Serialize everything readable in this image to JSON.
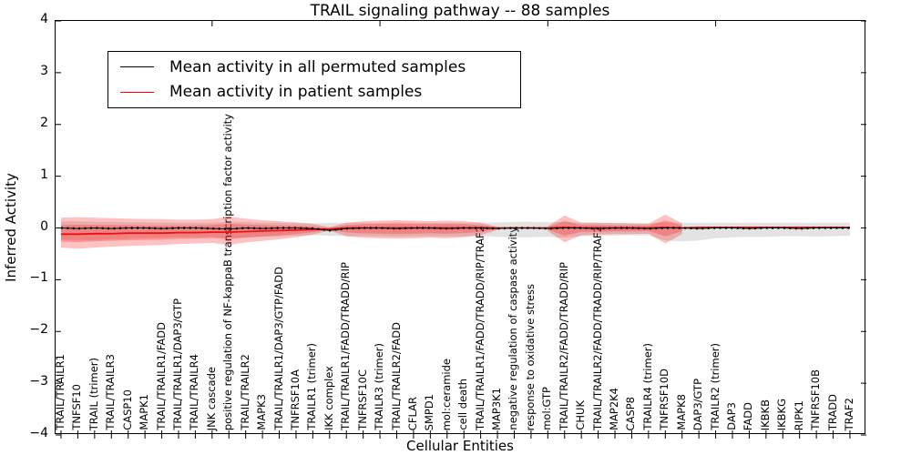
{
  "title": "TRAIL signaling pathway -- 88 samples",
  "x_axis": {
    "label": "Cellular Entities"
  },
  "y_axis": {
    "label": "Inferred Activity",
    "tick_labels": [
      "4",
      "3",
      "2",
      "1",
      "0",
      "−1",
      "−2",
      "−3",
      "−4"
    ],
    "tick_values": [
      4,
      3,
      2,
      1,
      0,
      -1,
      -2,
      -3,
      -4
    ]
  },
  "legend": {
    "items": [
      {
        "label": "Mean activity in all permuted samples",
        "color": "#000000"
      },
      {
        "label": "Mean activity in patient samples",
        "color": "#ff0000"
      }
    ]
  },
  "colors": {
    "permuted_band": "rgba(127,127,127,0.22)",
    "patient_band": "rgba(255,0,0,0.24)",
    "permuted_line": "#000000",
    "patient_line": "#ee1111",
    "axis": "#000000"
  },
  "chart_data": {
    "type": "line",
    "title": "TRAIL signaling pathway -- 88 samples",
    "xlabel": "Cellular Entities",
    "ylabel": "Inferred Activity",
    "ylim": [
      -4,
      4
    ],
    "grid": false,
    "legend_position": "upper left",
    "categories": [
      "TRAIL/TRAILR1",
      "TNFSF10",
      "TRAIL (trimer)",
      "TRAIL/TRAILR3",
      "CASP10",
      "MAPK1",
      "TRAIL/TRAILR1/FADD",
      "TRAIL/TRAILR1/DAP3/GTP",
      "TRAIL/TRAILR4",
      "JNK cascade",
      "positive regulation of NF-kappaB transcription factor activity",
      "TRAIL/TRAILR2",
      "MAPK3",
      "TRAIL/TRAILR1/DAP3/GTP/FADD",
      "TNFRSF10A",
      "TRAILR1 (trimer)",
      "IKK complex",
      "TRAIL/TRAILR1/FADD/TRADD/RIP",
      "TNFRSF10C",
      "TRAILR3 (trimer)",
      "TRAIL/TRAILR2/FADD",
      "CFLAR",
      "SMPD1",
      "mol:ceramide",
      "cell death",
      "TRAIL/TRAILR1/FADD/TRADD/RIP/TRAF2",
      "MAP3K1",
      "negative regulation of caspase activity",
      "response to oxidative stress",
      "mol:GTP",
      "TRAIL/TRAILR2/FADD/TRADD/RIP",
      "CHUK",
      "TRAIL/TRAILR2/FADD/TRADD/RIP/TRAF2",
      "MAP2K4",
      "CASP8",
      "TRAILR4 (trimer)",
      "TNFRSF10D",
      "MAPK8",
      "DAP3/GTP",
      "TRAILR2 (trimer)",
      "DAP3",
      "FADD",
      "IKBKB",
      "IKBKG",
      "RIPK1",
      "TNFRSF10B",
      "TRADD",
      "TRAF2"
    ],
    "series": [
      {
        "name": "Mean activity in all permuted samples",
        "color": "#000000",
        "style": "dashdot",
        "values": [
          0,
          -0.01,
          0,
          -0.01,
          0,
          0,
          -0.01,
          0,
          0,
          -0.01,
          -0.02,
          0,
          -0.01,
          0,
          0,
          -0.01,
          -0.05,
          -0.01,
          0,
          0,
          -0.01,
          0,
          0,
          -0.01,
          0,
          0,
          -0.01,
          0,
          0,
          -0.01,
          0,
          0,
          -0.01,
          0,
          0,
          -0.01,
          0,
          0,
          -0.01,
          0,
          0,
          -0.01,
          0,
          0,
          -0.01,
          0,
          0,
          0
        ]
      },
      {
        "name": "Mean activity in patient samples",
        "color": "#ff0000",
        "style": "solid",
        "values": [
          -0.12,
          -0.12,
          -0.11,
          -0.11,
          -0.1,
          -0.1,
          -0.1,
          -0.09,
          -0.09,
          -0.08,
          -0.08,
          -0.07,
          -0.06,
          -0.05,
          -0.04,
          -0.03,
          -0.02,
          0,
          0,
          0,
          0,
          0,
          0,
          0,
          0,
          0,
          0,
          0,
          0,
          0,
          0.01,
          0,
          0,
          0,
          0,
          0,
          0.01,
          0,
          0.01,
          0.01,
          0.01,
          0.01,
          0.01,
          0.01,
          0.01,
          0.01,
          0.01,
          0.01
        ]
      }
    ],
    "bands": [
      {
        "name": "permuted std band",
        "color_key": "permuted_band",
        "upper": [
          0.12,
          0.13,
          0.12,
          0.12,
          0.11,
          0.11,
          0.1,
          0.1,
          0.1,
          0.1,
          0.12,
          0.11,
          0.1,
          0.1,
          0.09,
          0.09,
          0.1,
          0.1,
          0.1,
          0.1,
          0.11,
          0.1,
          0.1,
          0.1,
          0.1,
          0.1,
          0.11,
          0.12,
          0.12,
          0.11,
          0.12,
          0.1,
          0.1,
          0.1,
          0.09,
          0.09,
          0.11,
          0.1,
          0.1,
          0.1,
          0.1,
          0.1,
          0.1,
          0.1,
          0.1,
          0.1,
          0.1,
          0.1
        ],
        "lower": [
          -0.22,
          -0.24,
          -0.23,
          -0.22,
          -0.21,
          -0.2,
          -0.19,
          -0.18,
          -0.18,
          -0.17,
          -0.2,
          -0.18,
          -0.17,
          -0.16,
          -0.15,
          -0.14,
          -0.15,
          -0.16,
          -0.16,
          -0.16,
          -0.17,
          -0.16,
          -0.16,
          -0.16,
          -0.16,
          -0.15,
          -0.17,
          -0.18,
          -0.18,
          -0.17,
          -0.19,
          -0.16,
          -0.15,
          -0.15,
          -0.14,
          -0.15,
          -0.24,
          -0.26,
          -0.24,
          -0.2,
          -0.18,
          -0.17,
          -0.17,
          -0.16,
          -0.16,
          -0.17,
          -0.16,
          -0.15
        ]
      },
      {
        "name": "patient std band",
        "color_key": "patient_band",
        "upper": [
          0.2,
          0.21,
          0.2,
          0.19,
          0.18,
          0.17,
          0.17,
          0.16,
          0.16,
          0.17,
          0.22,
          0.18,
          0.15,
          0.13,
          0.11,
          0.08,
          0.015,
          0.1,
          0.13,
          0.14,
          0.15,
          0.14,
          0.13,
          0.14,
          0.13,
          0.1,
          0.02,
          null,
          null,
          0.03,
          0.24,
          0.1,
          0.1,
          0.09,
          0.09,
          0.08,
          0.26,
          0.09,
          null,
          null,
          null,
          null,
          null,
          null,
          null,
          null,
          null,
          null
        ],
        "lower": [
          -0.38,
          -0.4,
          -0.38,
          -0.36,
          -0.35,
          -0.34,
          -0.33,
          -0.31,
          -0.3,
          -0.29,
          -0.33,
          -0.28,
          -0.25,
          -0.22,
          -0.18,
          -0.13,
          -0.05,
          -0.16,
          -0.19,
          -0.2,
          -0.21,
          -0.2,
          -0.19,
          -0.2,
          -0.18,
          -0.14,
          -0.04,
          null,
          null,
          -0.06,
          -0.28,
          -0.14,
          -0.13,
          -0.12,
          -0.12,
          -0.11,
          -0.3,
          -0.12,
          null,
          null,
          null,
          null,
          null,
          null,
          null,
          null,
          null,
          null
        ]
      }
    ]
  }
}
